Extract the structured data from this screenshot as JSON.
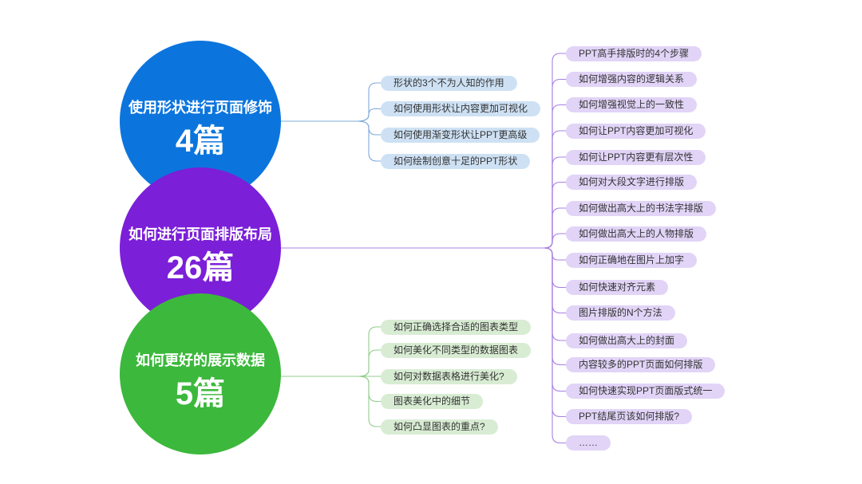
{
  "diagram": {
    "background": "#FFFFFF",
    "topic_text_color": "#333333",
    "branches": [
      {
        "title": "使用形状进行页面修饰",
        "count": "4篇",
        "color": "#0C75DD",
        "topic_fill": "#CEE1F4",
        "line_color": "#7FA9D8",
        "items": [
          "形状的3个不为人知的作用",
          "如何使用形状让内容更加可视化",
          "如何使用渐变形状让PPT更高级",
          "如何绘制创意十足的PPT形状"
        ]
      },
      {
        "title": "如何进行页面排版布局",
        "count": "26篇",
        "color": "#7B1FD8",
        "topic_fill": "#E1D4F7",
        "line_color": "#A880E3",
        "items": [
          "PPT高手排版时的4个步骤",
          "如何增强内容的逻辑关系",
          "如何增强视觉上的一致性",
          "如何让PPT内容更加可视化",
          "如何让PPT内容更有层次性",
          "如何对大段文字进行排版",
          "如何做出高大上的书法字排版",
          "如何做出高大上的人物排版",
          "如何正确地在图片上加字",
          "如何快速对齐元素",
          "图片排版的N个方法",
          "如何做出高大上的封面",
          "内容较多的PPT页面如何排版",
          "如何快速实现PPT页面版式统一",
          "PPT结尾页该如何排版?",
          "……"
        ]
      },
      {
        "title": "如何更好的展示数据",
        "count": "5篇",
        "color": "#3CB83C",
        "topic_fill": "#D8ECD3",
        "line_color": "#92CC8C",
        "items": [
          "如何正确选择合适的图表类型",
          "如何美化不同类型的数据图表",
          "如何对数据表格进行美化?",
          "图表美化中的细节",
          "如何凸显图表的重点?"
        ]
      }
    ]
  }
}
